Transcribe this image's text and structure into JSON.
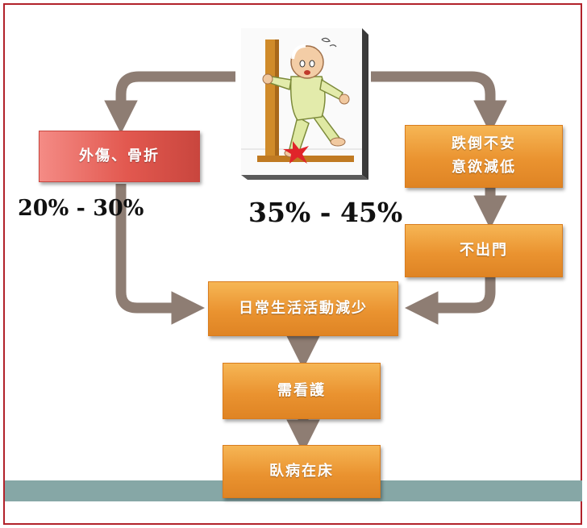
{
  "boxes": {
    "trauma_fracture": "外傷、骨折",
    "fear_of_falling": "跌倒不安\n意欲減低",
    "stay_home": "不出門",
    "reduced_adl": "日常生活活動減少",
    "need_care": "需看護",
    "bedridden": "臥病在床"
  },
  "percentages": {
    "left": "20% - 30%",
    "center": "35% - 45%"
  },
  "colors": {
    "orange_box": "#ea9330",
    "red_box": "#e2584f",
    "arrow": "#8e7d73",
    "teal_band": "#86a7a6",
    "frame_border": "#b2222b"
  }
}
